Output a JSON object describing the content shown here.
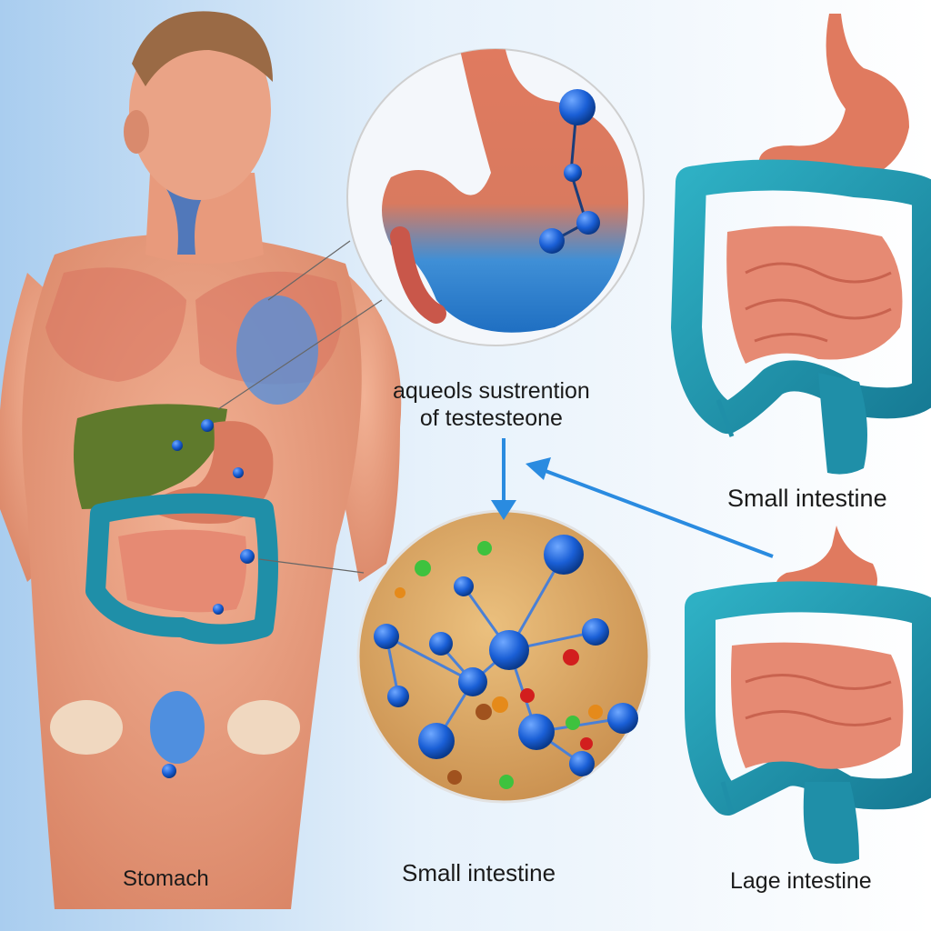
{
  "labels": {
    "title_line1": "aqueols sustrention",
    "title_line2": "of testesteone",
    "stomach": "Stomach",
    "small_intestine_middle": "Small intestine",
    "small_intestine_right": "Small intestine",
    "large_intestine": "Lage intestine"
  },
  "colors": {
    "skin": "#e8a07f",
    "muscle": "#d9735e",
    "liver": "#5f7a2c",
    "stomach": "#d97a5f",
    "colon": "#1f8fa8",
    "small_intestine": "#e68a73",
    "molecule_blue": "#1a5fd6",
    "background_blue": "#bcd9f2",
    "arrow": "#2a8be0",
    "sand": "#dcae6e"
  },
  "icons": [
    "human-figure",
    "stomach-icon",
    "molecule-icon",
    "intestine-icon",
    "arrow-icon"
  ]
}
